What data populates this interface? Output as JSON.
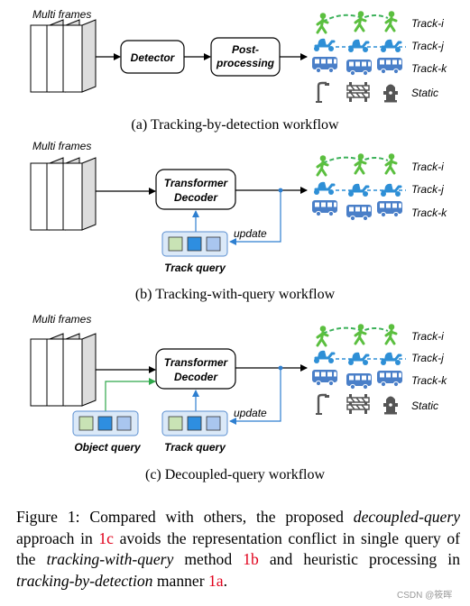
{
  "panels": {
    "a": {
      "multi_frames": "Multi frames",
      "detector": "Detector",
      "post_line1": "Post-",
      "post_line2": "processing",
      "tracks": [
        "Track-i",
        "Track-j",
        "Track-k"
      ],
      "static": "Static",
      "subcaption": "(a) Tracking-by-detection workflow"
    },
    "b": {
      "multi_frames": "Multi frames",
      "decoder_line1": "Transformer",
      "decoder_line2": "Decoder",
      "update": "update",
      "track_query": "Track query",
      "tracks": [
        "Track-i",
        "Track-j",
        "Track-k"
      ],
      "subcaption": "(b) Tracking-with-query workflow"
    },
    "c": {
      "multi_frames": "Multi frames",
      "decoder_line1": "Transformer",
      "decoder_line2": "Decoder",
      "update": "update",
      "object_query": "Object query",
      "track_query": "Track query",
      "tracks": [
        "Track-i",
        "Track-j",
        "Track-k"
      ],
      "static": "Static",
      "subcaption": "(c) Decoupled-query workflow"
    }
  },
  "caption": {
    "t1": "Figure 1: Compared with others, the proposed ",
    "t2": "decoupled-query",
    "t3": " approach in ",
    "t4": "1c",
    "t5": " avoids the representation conflict in single query of the ",
    "t6": "tracking-with-query",
    "t7": " method ",
    "t8": "1b",
    "t9": " and heuristic processing in ",
    "t10": "tracking-by-detection",
    "t11": " manner ",
    "t12": "1a",
    "t13": "."
  },
  "watermark": "CSDN @筱晖",
  "colors": {
    "person": "#5bbf3f",
    "scooter": "#2e8fd6",
    "bus": "#4a7fc8",
    "static_icon": "#555555",
    "track_dash": "#3cb15a",
    "update_arrow": "#2e7fd0",
    "object_arrow": "#2fa84a",
    "query_bg": "#dbe9f8",
    "query_border": "#5b8fd0",
    "cell_green": "#c9e3b5",
    "cell_blue": "#2e8ee0",
    "cell_light": "#a9c6ef",
    "citation": "#e0001b"
  },
  "icons": [
    "film-frame-icon",
    "person-walking-icon",
    "scooter-icon",
    "bus-icon",
    "street-lamp-icon",
    "barrier-icon",
    "hydrant-icon"
  ]
}
